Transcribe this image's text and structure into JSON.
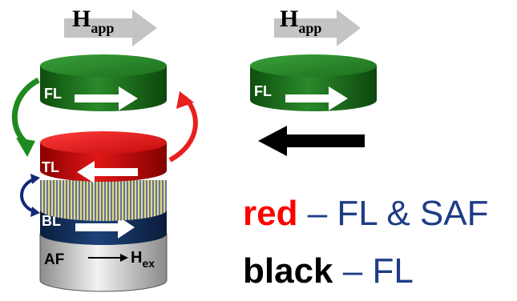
{
  "applied_field": {
    "symbol": "H",
    "subscript": "app"
  },
  "stack": {
    "free_layer_label": "FL",
    "top_layer_label": "TL",
    "bottom_layer_label": "BL",
    "antiferromagnet_label": "AF",
    "exchange_field": {
      "symbol": "H",
      "subscript": "ex"
    }
  },
  "single_layer": {
    "label": "FL"
  },
  "legend": [
    {
      "key": "red",
      "key_color": "#ff0000",
      "description": "– FL & SAF"
    },
    {
      "key": "black",
      "key_color": "#000000",
      "description": "– FL"
    }
  ],
  "colors": {
    "free_layer": "#1f7a1f",
    "top_layer": "#d01010",
    "bottom_layer": "#14305c",
    "antiferromagnet": "#bdbdbd",
    "spacer": "#6b7fa8",
    "applied_field_arrow": "#bfbfbf",
    "text_blue": "#1f3d86"
  }
}
